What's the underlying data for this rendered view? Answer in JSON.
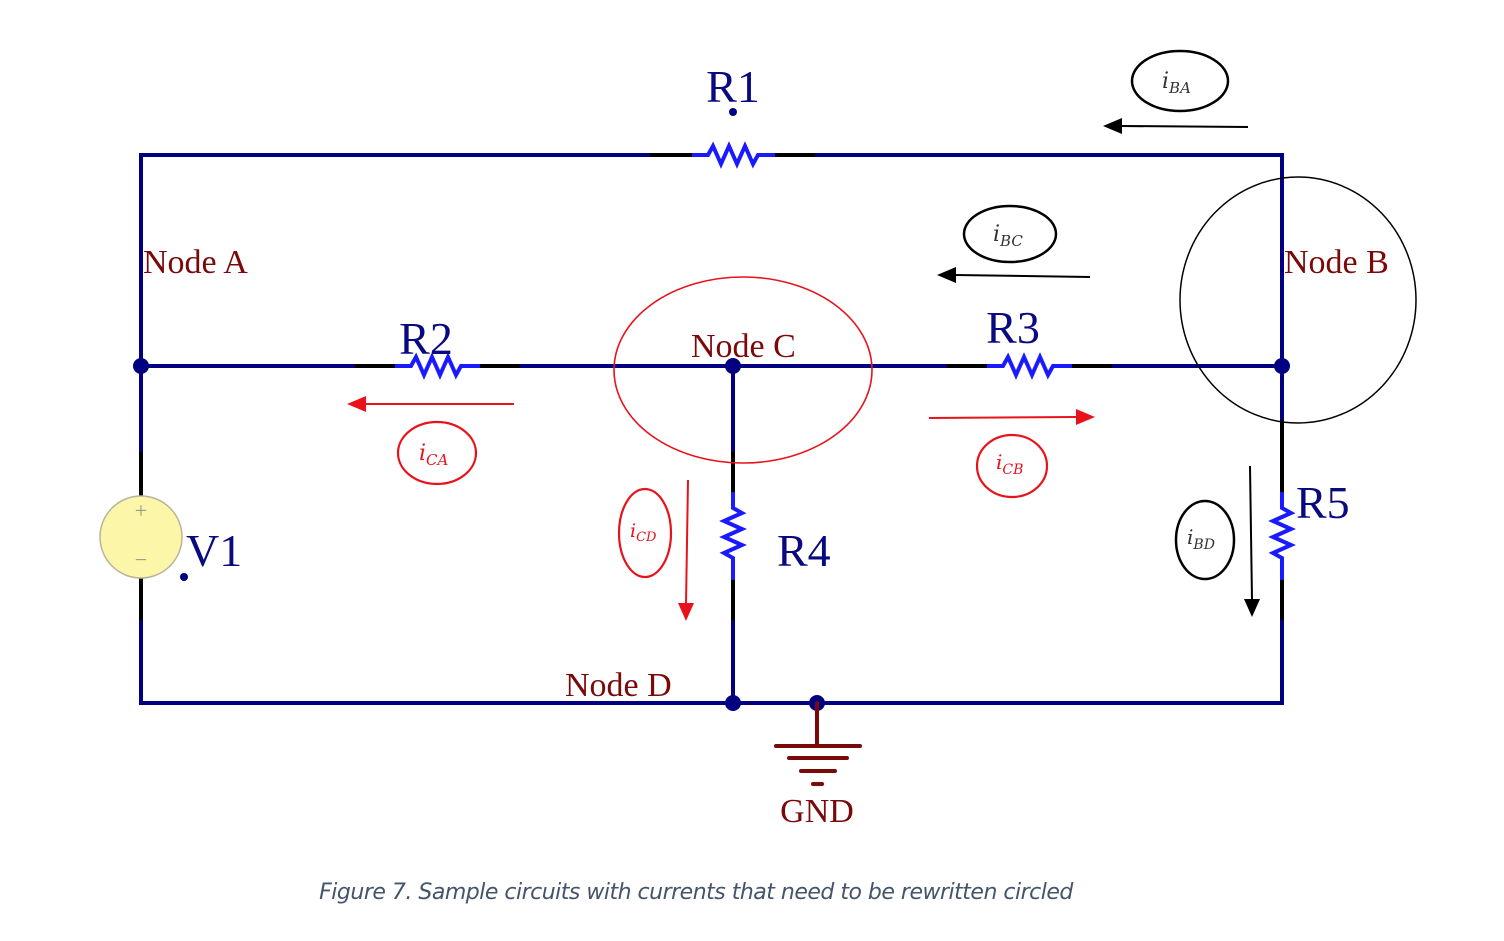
{
  "colors": {
    "wire": "#000080",
    "resistor": "#1a1aff",
    "lead": "#000000",
    "component_label": "#0a0a80",
    "node_label": "#7a0a0a",
    "gnd": "#7a0a0a",
    "highlight_red": "#e8121a",
    "highlight_black": "#000000",
    "source_fill": "#fbf6a8",
    "source_stroke": "#b8b49a"
  },
  "components": {
    "r1": "R1",
    "r2": "R2",
    "r3": "R3",
    "r4": "R4",
    "r5": "R5",
    "v1": "V1",
    "v1_plus": "+",
    "v1_minus": "−",
    "gnd": "GND"
  },
  "nodes": {
    "a": "Node A",
    "b": "Node B",
    "c": "Node C",
    "d": "Node D"
  },
  "currents": [
    {
      "id": "ba",
      "main": "i",
      "sub": "BA",
      "color": "black",
      "direction": "left"
    },
    {
      "id": "bc",
      "main": "i",
      "sub": "BC",
      "color": "black",
      "direction": "left"
    },
    {
      "id": "ca",
      "main": "i",
      "sub": "CA",
      "color": "red",
      "direction": "left"
    },
    {
      "id": "cb",
      "main": "i",
      "sub": "CB",
      "color": "red",
      "direction": "right"
    },
    {
      "id": "cd",
      "main": "i",
      "sub": "CD",
      "color": "red",
      "direction": "down"
    },
    {
      "id": "bd",
      "main": "i",
      "sub": "BD",
      "color": "black",
      "direction": "down"
    }
  ],
  "caption": "Figure 7. Sample circuits with currents that need to be rewritten circled"
}
